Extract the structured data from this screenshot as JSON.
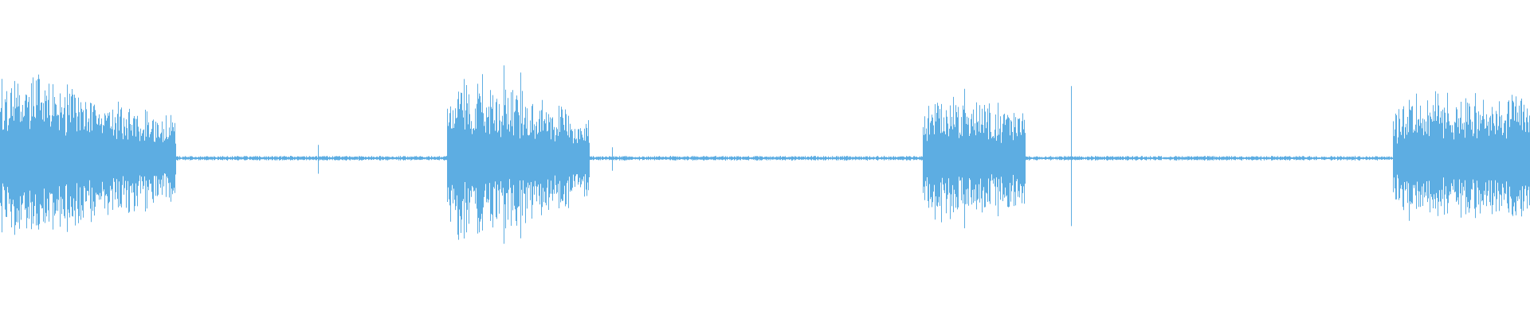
{
  "waveform": {
    "color": "#5dade2",
    "background": "#ffffff",
    "amplitude_scale": 1.0,
    "segments": [
      {
        "start": 0.0,
        "end": 0.115,
        "level": 0.72,
        "decay": 0.55
      },
      {
        "start": 0.292,
        "end": 0.385,
        "level": 0.7,
        "decay": 0.5
      },
      {
        "start": 0.603,
        "end": 0.67,
        "level": 0.55,
        "decay": 0.35
      },
      {
        "start": 0.91,
        "end": 1.0,
        "level": 0.52,
        "decay": 0.1
      }
    ],
    "transients": [
      {
        "pos": 0.001,
        "level": 0.72
      },
      {
        "pos": 0.025,
        "level": 0.68
      },
      {
        "pos": 0.208,
        "level": 0.12
      },
      {
        "pos": 0.315,
        "level": 0.62
      },
      {
        "pos": 0.329,
        "level": 0.7
      },
      {
        "pos": 0.34,
        "level": 0.65
      },
      {
        "pos": 0.357,
        "level": 0.35
      },
      {
        "pos": 0.4,
        "level": 0.1
      },
      {
        "pos": 0.604,
        "level": 0.28
      },
      {
        "pos": 0.622,
        "level": 0.4
      },
      {
        "pos": 0.63,
        "level": 0.52
      },
      {
        "pos": 0.652,
        "level": 0.48
      },
      {
        "pos": 0.7,
        "level": 0.66
      },
      {
        "pos": 0.912,
        "level": 0.36
      },
      {
        "pos": 0.94,
        "level": 0.4
      },
      {
        "pos": 0.958,
        "level": 0.45
      }
    ],
    "noise_floor": 0.012
  }
}
